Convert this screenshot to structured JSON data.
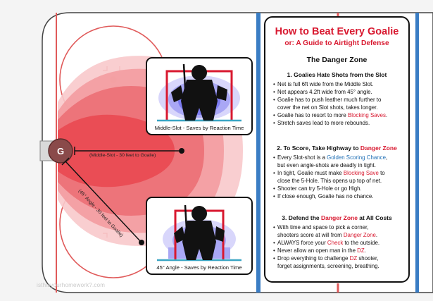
{
  "panel": {
    "title": "How to Beat Every Goalie",
    "subtitle": "or: A Guide to Airtight Defense",
    "heading": "The Danger Zone",
    "sections": [
      {
        "heading": "1. Goalies Hate Shots from the Slot",
        "bullets": [
          [
            "Net is full 6ft wide from the Middle Slot."
          ],
          [
            "Net appears 4.2ft wide from 45° angle."
          ],
          [
            "Goalie has to push leather much further to"
          ],
          [
            "cover the net on Slot shots, takes longer."
          ],
          [
            "Goalie has to resort to more ",
            "Blocking Saves",
            "."
          ],
          [
            "Stretch saves lead to more rebounds."
          ]
        ]
      },
      {
        "heading_pre": "2. To Score, Take Highway to ",
        "heading_hl": "Danger Zone",
        "bullets": [
          [
            "Every Slot-shot is a ",
            "Golden Scoring Chance",
            ","
          ],
          [
            "but even angle-shots are deadly in tight."
          ],
          [
            "In tight, Goalie must make ",
            "Blocking Save",
            " to"
          ],
          [
            "close the 5-Hole. This opens up top of net."
          ],
          [
            "Shooter can try  5-Hole or go High."
          ],
          [
            "If close enough, Goalie has no chance."
          ]
        ]
      },
      {
        "heading_pre": "3. Defend the ",
        "heading_hl": "Danger Zone",
        "heading_post": " at All Costs",
        "bullets": [
          [
            "With time and space to pick a corner,"
          ],
          [
            "shooters score at will from ",
            "Danger Zone",
            "."
          ],
          [
            "ALWAYS force your ",
            "Check",
            " to the outside."
          ],
          [
            "Never allow an open man in the ",
            "DZ",
            "."
          ],
          [
            "Drop everything to challenge ",
            "DZ",
            " shooter,"
          ],
          [
            "forget assignments, screening, breathing."
          ]
        ]
      }
    ]
  },
  "rink": {
    "goalie_label": "G",
    "middle_slot_label": "(Middle-Slot - 30 feet to Goalie)",
    "angle_label": "(45° Angle - 30 feet to Goalie)"
  },
  "insets": {
    "middle_caption": "Middle-Slot - Saves by Reaction Time",
    "angle_caption": "45° Angle - Saves by Reaction Time"
  },
  "watermark": "isthisyourhomework?.com",
  "colors": {
    "accent_red": "#d8182f",
    "highlight_blue": "#1f6fb5",
    "zone_red": "#e8404a",
    "save_blue": "#7d7cf2",
    "rink_blue": "#3a7dc4"
  }
}
